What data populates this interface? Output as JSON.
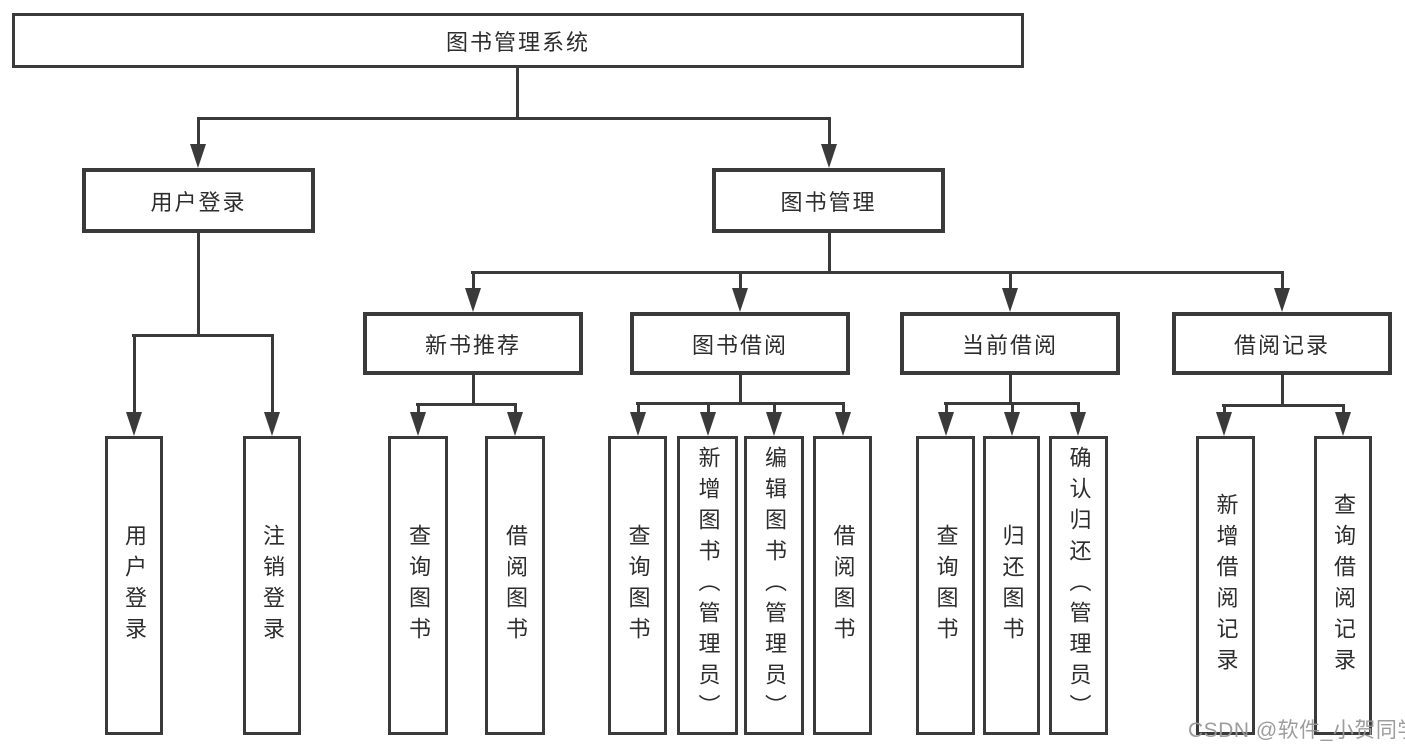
{
  "tree": {
    "label": "图书管理系统",
    "children": [
      {
        "label": "用户登录",
        "children": [
          {
            "label": "用户登录"
          },
          {
            "label": "注销登录"
          }
        ]
      },
      {
        "label": "图书管理",
        "children": [
          {
            "label": "新书推荐",
            "children": [
              {
                "label": "查询图书"
              },
              {
                "label": "借阅图书"
              }
            ]
          },
          {
            "label": "图书借阅",
            "children": [
              {
                "label": "查询图书"
              },
              {
                "label": "新增图书（管理员）"
              },
              {
                "label": "编辑图书（管理员）"
              },
              {
                "label": "借阅图书"
              }
            ]
          },
          {
            "label": "当前借阅",
            "children": [
              {
                "label": "查询图书"
              },
              {
                "label": "归还图书"
              },
              {
                "label": "确认归还（管理员）"
              }
            ]
          },
          {
            "label": "借阅记录",
            "children": [
              {
                "label": "新增借阅记录"
              },
              {
                "label": "查询借阅记录"
              }
            ]
          }
        ]
      }
    ]
  },
  "watermark": "CSDN @软件_小贺同学",
  "colors": {
    "line": "#3a3a3a",
    "text": "#2d2d2d",
    "watermark": "#989898",
    "background": "#ffffff"
  }
}
